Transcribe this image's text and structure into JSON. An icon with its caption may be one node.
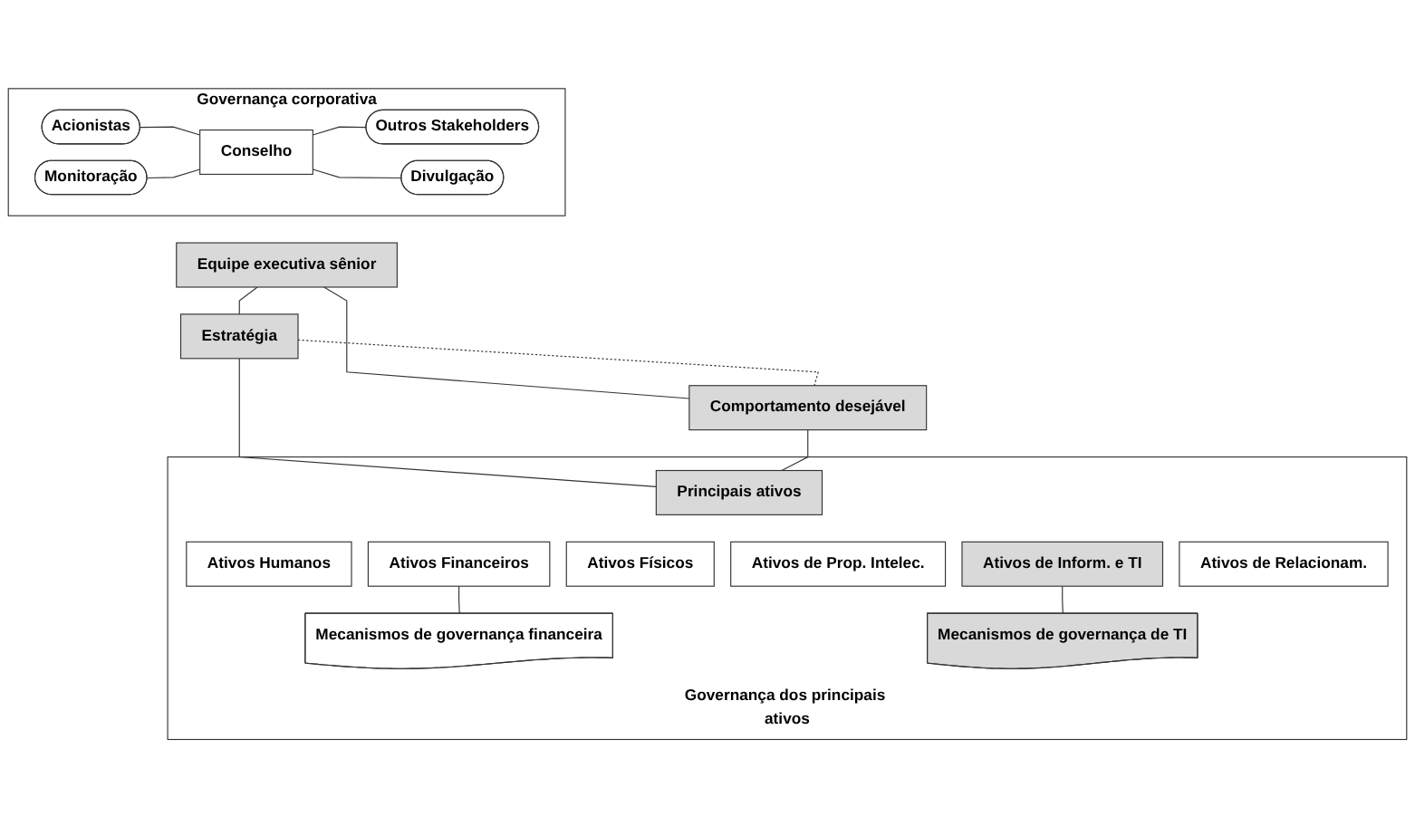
{
  "diagram": {
    "nodes": [
      {
        "text": [
          "Governança corporativa"
        ]
      },
      {
        "text": [
          "Acionistas"
        ],
        "in": 0
      },
      {
        "text": [
          "Outros Stakeholders"
        ],
        "in": 0
      },
      {
        "text": [
          "Conselho"
        ],
        "in": 0
      },
      {
        "text": [
          "Monitoração"
        ],
        "in": 0
      },
      {
        "text": [
          "Divulgação"
        ],
        "in": 0
      },
      {
        "text": [
          "Equipe executiva sênior"
        ]
      },
      {
        "text": [
          "Governança dos principais ativos"
        ]
      },
      {
        "text": [
          "Estratégia"
        ]
      },
      {
        "text": [
          "Comportamento desejável"
        ]
      },
      {
        "text": [
          "Principais ativos"
        ],
        "in": 7
      },
      {
        "text": [
          "Ativos Humanos"
        ],
        "in": 7
      },
      {
        "text": [
          "Ativos Financeiros"
        ],
        "in": 7
      },
      {
        "text": [
          "Ativos Físicos"
        ],
        "in": 7
      },
      {
        "text": [
          "Ativos de Prop. Intelec."
        ],
        "in": 7
      },
      {
        "text": [
          "Ativos de Inform. e TI"
        ],
        "in": 7
      },
      {
        "text": [
          "Ativos de Relacionam."
        ],
        "in": 7
      },
      {
        "text": [
          "Mecanismos de governança financeira"
        ],
        "in": 7
      },
      {
        "text": [
          "Mecanismos de governança de TI"
        ],
        "in": 7
      }
    ],
    "edges": [
      {
        "from": 1,
        "to": 3,
        "arrow": "none"
      },
      {
        "from": 4,
        "to": 3,
        "arrow": "none"
      },
      {
        "from": 3,
        "to": 2,
        "arrow": "none"
      },
      {
        "from": 3,
        "to": 5,
        "arrow": "none"
      },
      {
        "from": 6,
        "to": 8,
        "arrow": "none"
      },
      {
        "from": 6,
        "to": 9,
        "arrow": "none"
      },
      {
        "from": 8,
        "to": 9,
        "arrow": "none",
        "style": "dashed"
      },
      {
        "from": 8,
        "to": 10,
        "arrow": "none"
      },
      {
        "from": 9,
        "to": 10,
        "arrow": "none"
      },
      {
        "from": 12,
        "to": 17,
        "arrow": "none"
      },
      {
        "from": 15,
        "to": 18,
        "arrow": "none"
      }
    ]
  }
}
